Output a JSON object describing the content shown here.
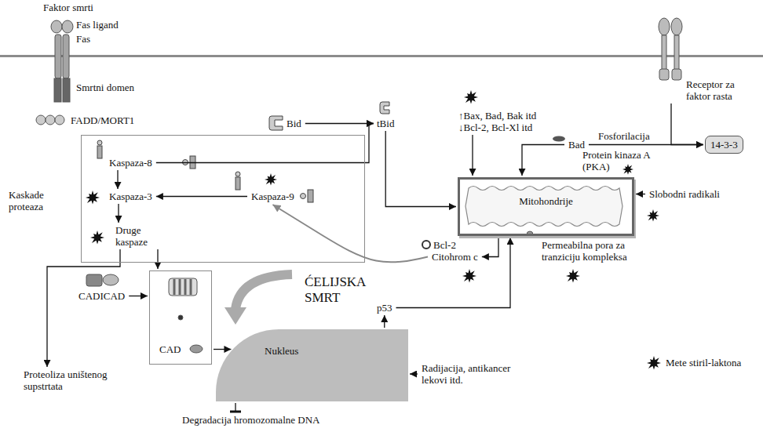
{
  "diagram": {
    "nodes": [
      {
        "text": [
          "Kaskade proteaza"
        ]
      },
      {
        "text": [
          "Kaspaza-8"
        ],
        "in": 0
      },
      {
        "text": [
          "Kaspaza-3"
        ],
        "in": 0
      },
      {
        "text": [
          "Druge kaspaze"
        ],
        "in": 0
      },
      {
        "text": [
          "Kaspaza-9"
        ],
        "in": 0
      },
      {
        "text": [
          "Bid"
        ]
      },
      {
        "text": [
          "tBid"
        ]
      },
      {
        "text": [
          "↑Bax, Bad, Bak itd",
          "↓Bcl-2, Bcl-Xl itd"
        ]
      },
      {
        "text": [
          "Receptor za faktor rasta"
        ]
      },
      {
        "text": [
          "Bad"
        ]
      },
      {
        "text": [
          "14-3-3"
        ]
      },
      {
        "text": [
          "Mitohondrije"
        ]
      },
      {
        "text": [
          "Slobodni radikali"
        ]
      },
      {
        "text": [
          "Citohrom c"
        ]
      },
      {
        "text": [
          "CADICAD"
        ]
      },
      {
        "text": [
          "CAD"
        ]
      },
      {
        "text": [
          "p53"
        ]
      },
      {
        "text": [
          "Nukleus"
        ]
      },
      {
        "text": [
          "Radijacija, antikancer lekovi itd."
        ]
      },
      {
        "text": [
          "Proteoliza uništenog supstrtata"
        ]
      },
      {
        "text": [
          "Degradacija hromozomalne DNA"
        ]
      }
    ],
    "edges": [
      {
        "from": 1,
        "to": 2,
        "arrow": "to"
      },
      {
        "from": 2,
        "to": 3,
        "arrow": "to"
      },
      {
        "from": 4,
        "to": 2,
        "arrow": "to"
      },
      {
        "from": 1,
        "to": 6,
        "arrow": "to"
      },
      {
        "from": 5,
        "to": 6,
        "arrow": "to"
      },
      {
        "from": 6,
        "to": 11,
        "arrow": "to"
      },
      {
        "from": 7,
        "to": 11,
        "arrow": "to"
      },
      {
        "from": 8,
        "to": 10,
        "arrow": "to"
      },
      {
        "from": 9,
        "to": 10,
        "label": "Fosforilacija",
        "arrow": "to"
      },
      {
        "from": 9,
        "to": 11,
        "arrow": "to"
      },
      {
        "from": 12,
        "to": 11,
        "arrow": "to"
      },
      {
        "from": 11,
        "to": 13,
        "arrow": "to"
      },
      {
        "from": 13,
        "to": 4,
        "arrow": "to"
      },
      {
        "from": 3,
        "to": 15,
        "arrow": "to"
      },
      {
        "from": 3,
        "to": 19,
        "arrow": "to"
      },
      {
        "from": 14,
        "to": 15,
        "arrow": "to"
      },
      {
        "from": 15,
        "to": 17,
        "arrow": "to"
      },
      {
        "from": 17,
        "to": 16,
        "arrow": "to"
      },
      {
        "from": 16,
        "to": 11,
        "arrow": "to"
      },
      {
        "from": 18,
        "to": 17,
        "arrow": "to"
      },
      {
        "from": 17,
        "to": 20,
        "arrow": "to"
      }
    ],
    "labels": [
      "Faktor smrti",
      "Fas ligand",
      "Fas",
      "Smrtni domen",
      "FADD/MORT1",
      "Protein kinaza A (PKA)",
      "Bcl-2",
      "Permeabilna pora za tranziciju kompleksa",
      "ĆELIJSKA SMRT"
    ],
    "legend": [
      {
        "text": "Mete stiril-laktona"
      }
    ]
  }
}
